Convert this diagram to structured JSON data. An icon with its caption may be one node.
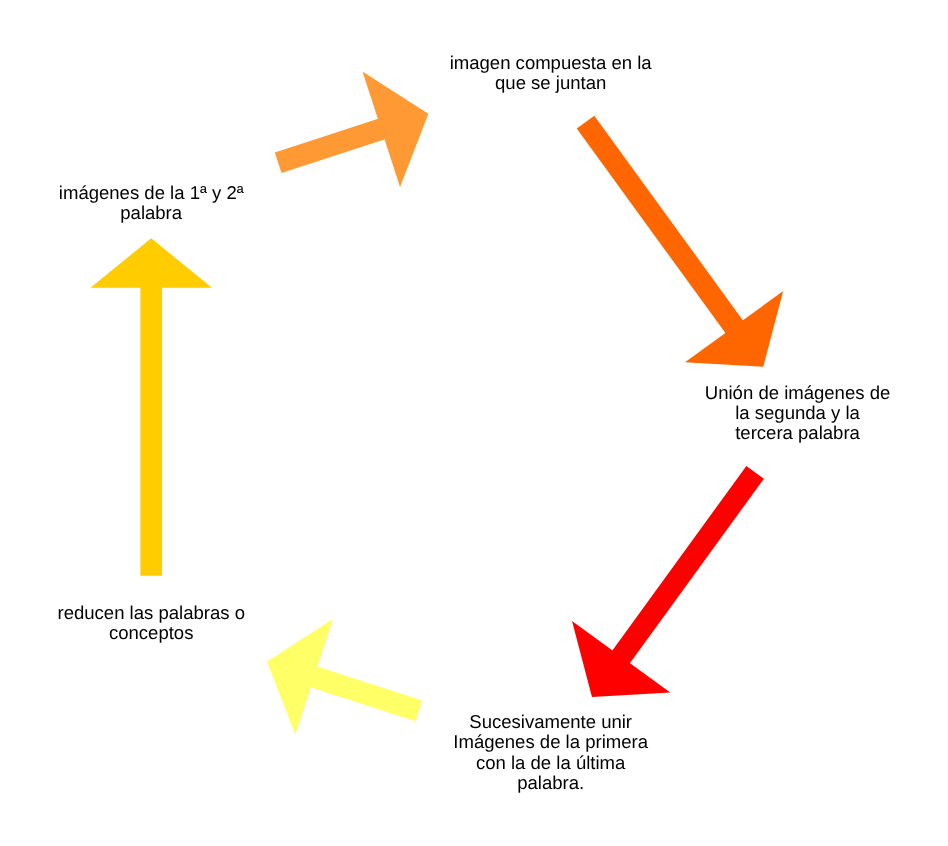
{
  "diagram": {
    "nodes": [
      {
        "text": [
          "Sucesivamente unir Imágenes de la primera con la de la última palabra."
        ]
      },
      {
        "text": [
          "reducen las palabras o conceptos"
        ]
      },
      {
        "text": [
          "imágenes de la 1ª y 2ª palabra"
        ]
      },
      {
        "text": [
          "imagen compuesta en la que se juntan"
        ]
      },
      {
        "text": [
          "Unión de imágenes de la segunda y la tercera palabra"
        ]
      }
    ],
    "edges": [
      {
        "from": 0,
        "to": 1,
        "arrow": "to",
        "color": "#ffff66"
      },
      {
        "from": 1,
        "to": 2,
        "arrow": "to",
        "color": "#ffcc00"
      },
      {
        "from": 2,
        "to": 3,
        "arrow": "to",
        "color": "#ff9933"
      },
      {
        "from": 3,
        "to": 4,
        "arrow": "to",
        "color": "#ff6600"
      },
      {
        "from": 4,
        "to": 0,
        "arrow": "to",
        "color": "#ff0000"
      }
    ]
  }
}
